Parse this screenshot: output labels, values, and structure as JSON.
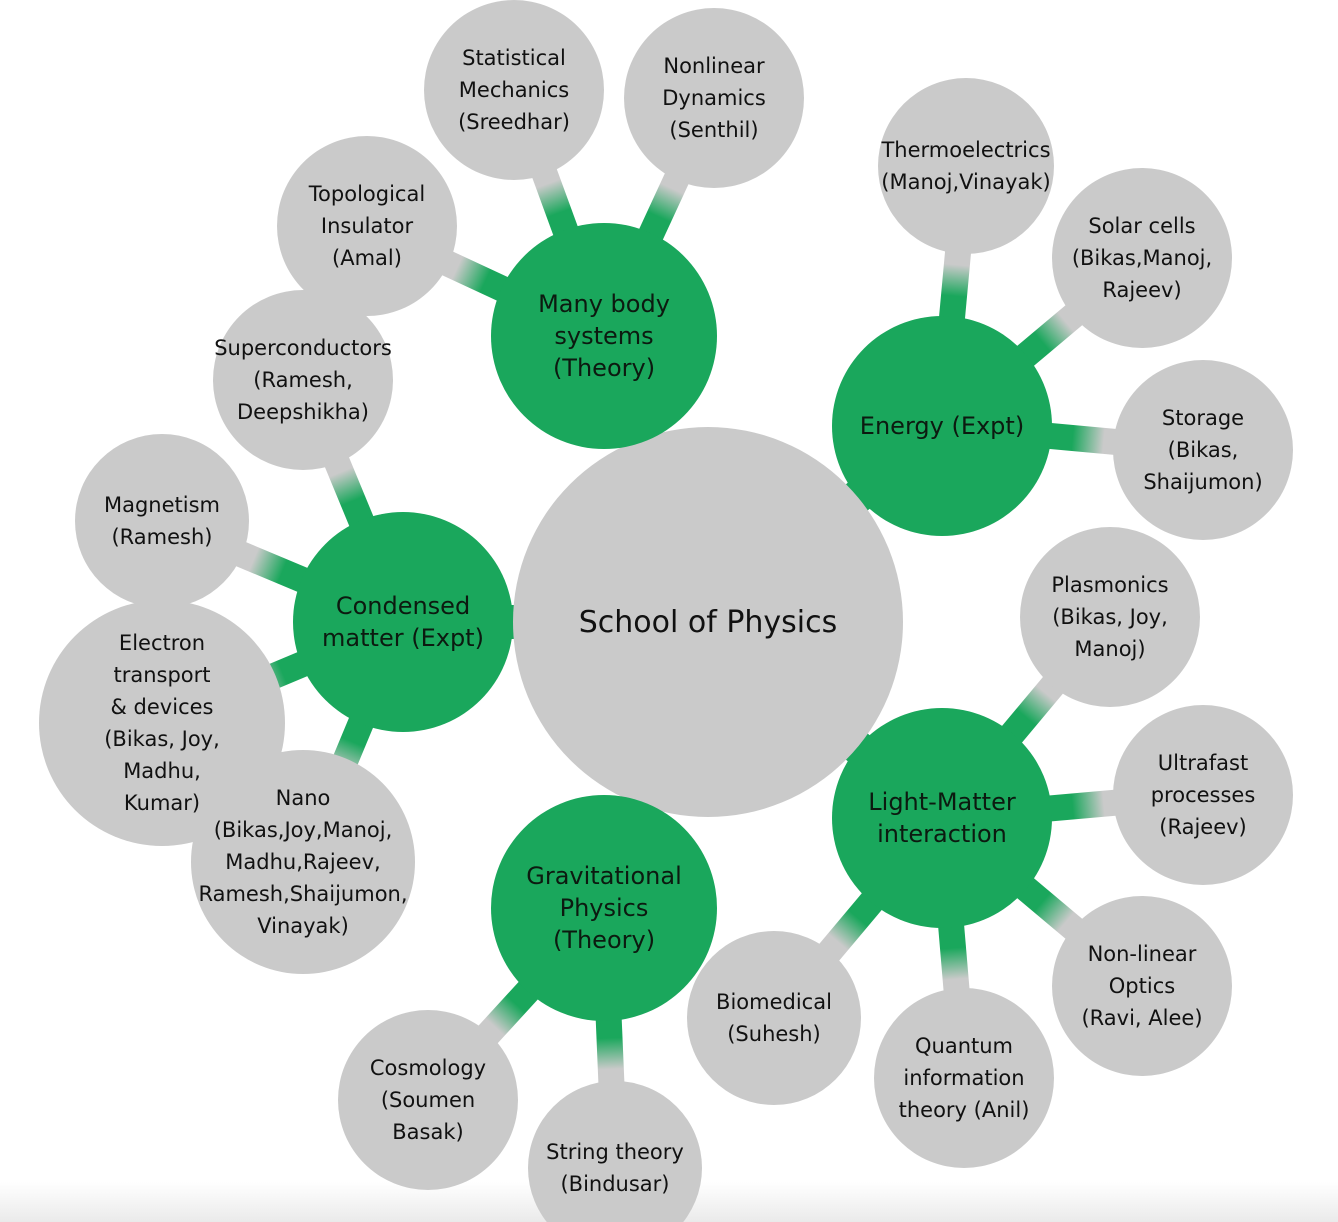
{
  "root": {
    "lines": [
      "School of Physics"
    ]
  },
  "branches": [
    {
      "id": "many-body",
      "lines": [
        "Many body",
        "systems",
        "(Theory)"
      ]
    },
    {
      "id": "energy",
      "lines": [
        "Energy (Expt)"
      ]
    },
    {
      "id": "light-matter",
      "lines": [
        "Light-Matter",
        "interaction"
      ]
    },
    {
      "id": "gravitational",
      "lines": [
        "Gravitational",
        "Physics",
        "(Theory)"
      ]
    },
    {
      "id": "condensed-matter",
      "lines": [
        "Condensed",
        "matter (Expt)"
      ]
    }
  ],
  "leaves": [
    {
      "id": "statistical-mechanics",
      "parent": "many-body",
      "lines": [
        "Statistical",
        "Mechanics",
        "(Sreedhar)"
      ]
    },
    {
      "id": "nonlinear-dynamics",
      "parent": "many-body",
      "lines": [
        "Nonlinear",
        "Dynamics",
        "(Senthil)"
      ]
    },
    {
      "id": "topological-insulator",
      "parent": "many-body",
      "lines": [
        "Topological",
        "Insulator",
        "(Amal)"
      ]
    },
    {
      "id": "thermoelectrics",
      "parent": "energy",
      "lines": [
        "Thermoelectrics",
        "(Manoj,Vinayak)"
      ]
    },
    {
      "id": "solar-cells",
      "parent": "energy",
      "lines": [
        "Solar cells",
        "(Bikas,Manoj,",
        "Rajeev)"
      ]
    },
    {
      "id": "storage",
      "parent": "energy",
      "lines": [
        "Storage",
        "(Bikas,",
        "Shaijumon)"
      ]
    },
    {
      "id": "plasmonics",
      "parent": "light-matter",
      "lines": [
        "Plasmonics",
        "(Bikas, Joy,",
        "Manoj)"
      ]
    },
    {
      "id": "ultrafast",
      "parent": "light-matter",
      "lines": [
        "Ultrafast",
        "processes",
        "(Rajeev)"
      ]
    },
    {
      "id": "nonlinear-optics",
      "parent": "light-matter",
      "lines": [
        "Non-linear",
        "Optics",
        "(Ravi, Alee)"
      ]
    },
    {
      "id": "quantum-information",
      "parent": "light-matter",
      "lines": [
        "Quantum",
        "information",
        "theory (Anil)"
      ]
    },
    {
      "id": "biomedical",
      "parent": "light-matter",
      "lines": [
        "Biomedical",
        "(Suhesh)"
      ]
    },
    {
      "id": "cosmology",
      "parent": "gravitational",
      "lines": [
        "Cosmology",
        "(Soumen",
        "Basak)"
      ]
    },
    {
      "id": "string-theory",
      "parent": "gravitational",
      "lines": [
        "String theory",
        "(Bindusar)"
      ]
    },
    {
      "id": "superconductors",
      "parent": "condensed-matter",
      "lines": [
        "Superconductors",
        "(Ramesh,",
        "Deepshikha)"
      ]
    },
    {
      "id": "magnetism",
      "parent": "condensed-matter",
      "lines": [
        "Magnetism",
        "(Ramesh)"
      ]
    },
    {
      "id": "electron-transport",
      "parent": "condensed-matter",
      "lines": [
        "Electron",
        "transport",
        "& devices",
        "(Bikas, Joy,",
        "Madhu,",
        "Kumar)"
      ]
    },
    {
      "id": "nano",
      "parent": "condensed-matter",
      "lines": [
        "Nano",
        "(Bikas,Joy,Manoj,",
        "Madhu,Rajeev,",
        "Ramesh,Shaijumon,",
        "Vinayak)"
      ]
    }
  ],
  "colors": {
    "branch": "#1aa75c",
    "leaf": "#cacaca"
  }
}
